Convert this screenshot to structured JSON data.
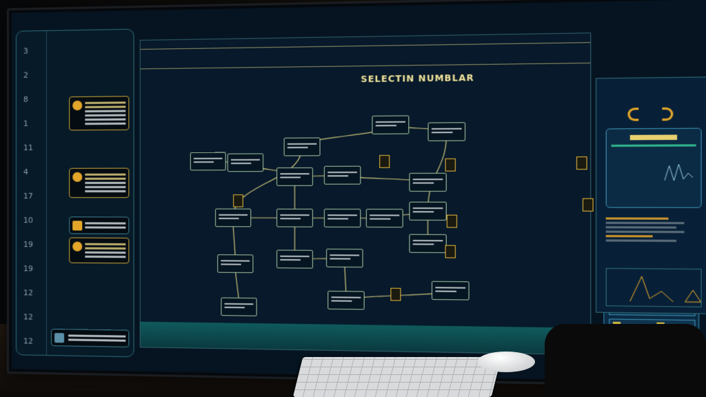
{
  "main": {
    "title": "SELECTIN NUMBLAR"
  },
  "sidebar": {
    "numbers": [
      "3",
      "2",
      "8",
      "1",
      "11",
      "4",
      "17",
      "10",
      "19",
      "19",
      "12",
      "12",
      "12"
    ]
  },
  "colors": {
    "accent": "#e3a62a",
    "panel": "#07192a",
    "border": "#2f5f6a",
    "link": "#c9c07a"
  }
}
